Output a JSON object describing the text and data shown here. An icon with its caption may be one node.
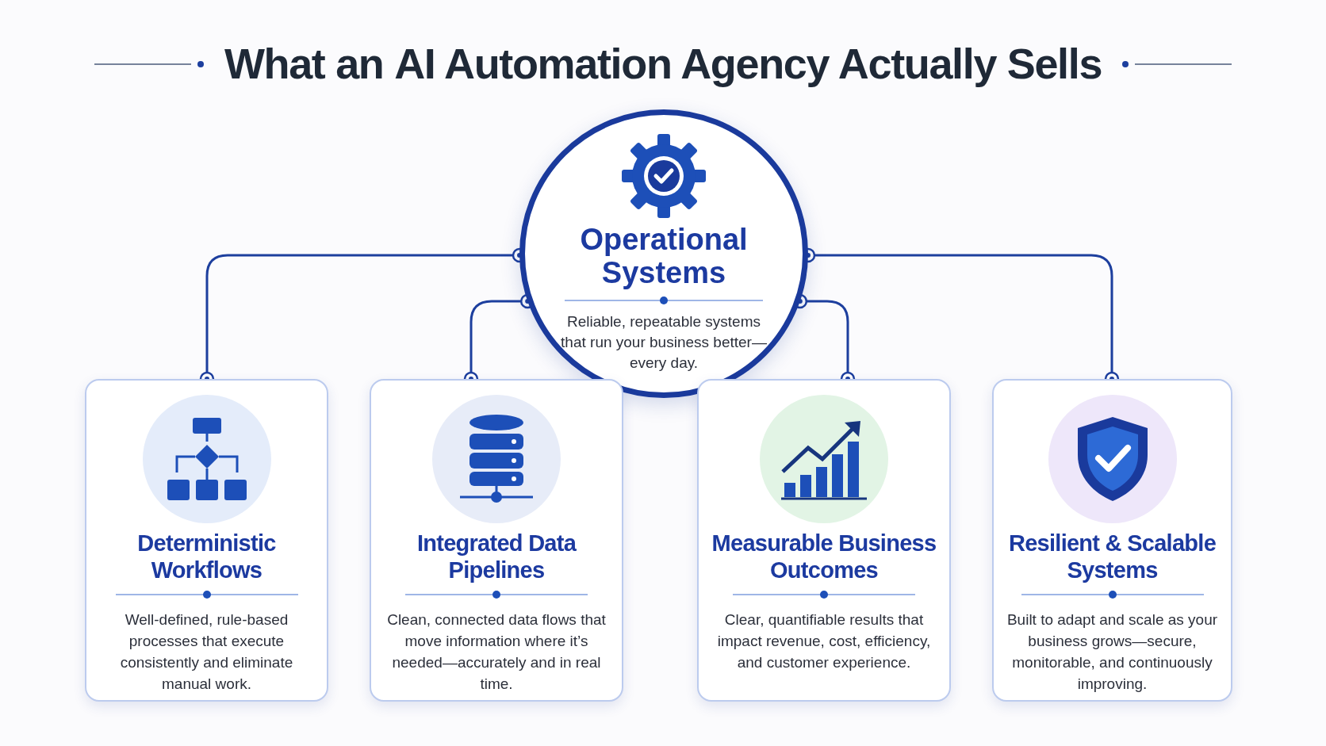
{
  "diagram": {
    "title": "What an **AI Automation Agency** Actually Sells",
    "nodes": [
      {
        "text": [
          "Operational Systems",
          "Reliable, repeatable systems that run your business better—every day."
        ]
      },
      {
        "text": [
          "Deterministic Workflows",
          "Well-defined, rule-based processes that execute consistently and eliminate manual work."
        ]
      },
      {
        "text": [
          "Integrated Data Pipelines",
          "Clean, connected data flows that move information where it’s needed—accurately and in real time."
        ]
      },
      {
        "text": [
          "Measurable Business Outcomes",
          "Clear, quantifiable results that impact revenue, cost, efficiency, and customer experience."
        ]
      },
      {
        "text": [
          "Resilient & Scalable Systems",
          "Built to adapt and scale as your business grows—secure, monitorable, and continuously improving."
        ]
      }
    ],
    "edges": [
      {
        "from": 0,
        "to": 1,
        "arrow": "other"
      },
      {
        "from": 0,
        "to": 2,
        "arrow": "other"
      },
      {
        "from": 0,
        "to": 3,
        "arrow": "other"
      },
      {
        "from": 0,
        "to": 4,
        "arrow": "other"
      }
    ]
  }
}
